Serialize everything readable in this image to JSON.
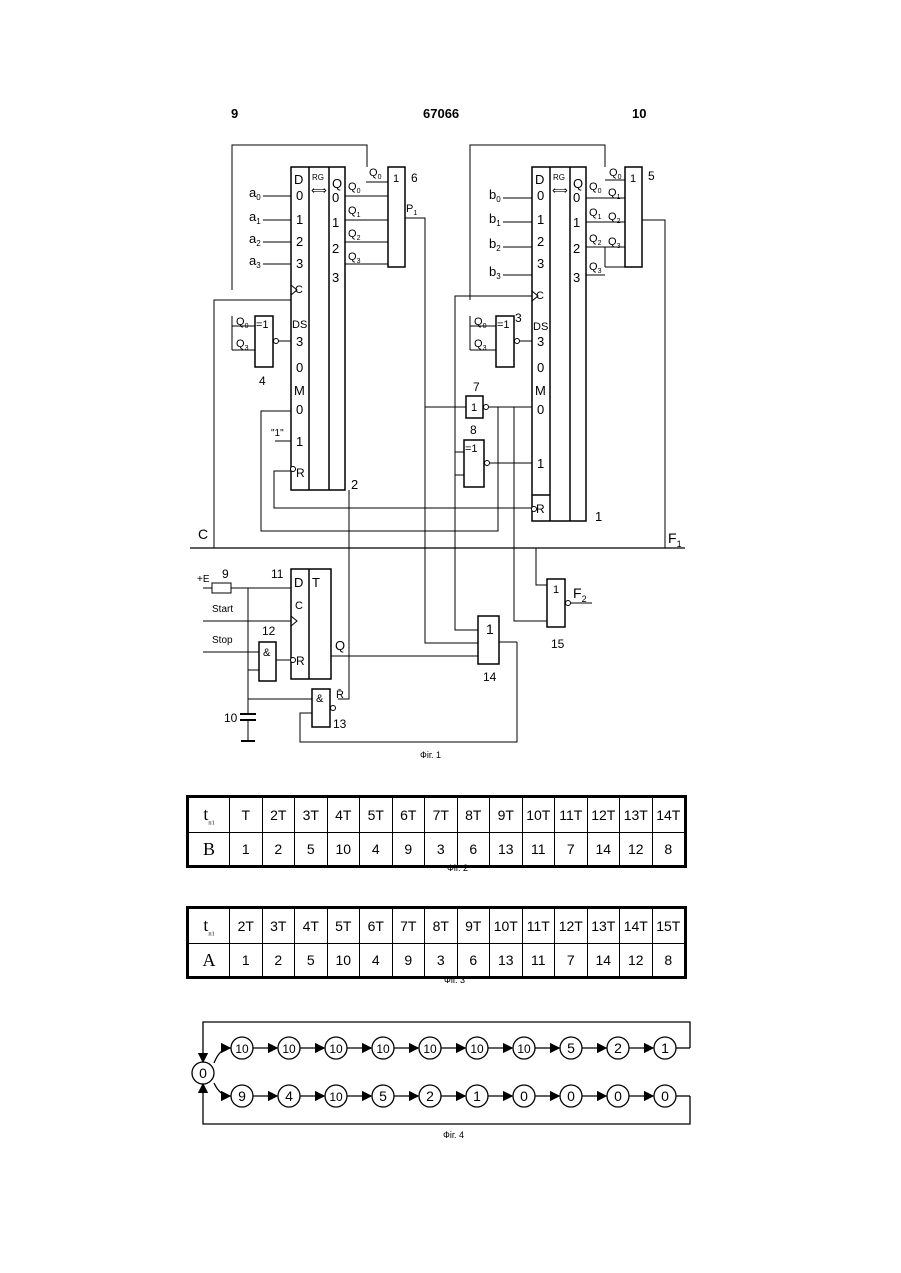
{
  "header": {
    "left": "9",
    "center": "67066",
    "right": "10"
  },
  "fig1": {
    "caption": "Фіг. 1",
    "reg2": {
      "d": "D",
      "rg": "RG",
      "arrow": "⟺",
      "q": "Q",
      "din": [
        "0",
        "1",
        "2",
        "3"
      ],
      "qout": [
        "0",
        "1",
        "2",
        "3"
      ],
      "c": "C",
      "ds": "DS",
      "ds_vals": [
        "3",
        "0"
      ],
      "m": "M",
      "m_vals": [
        "0",
        "1"
      ],
      "r": "R",
      "num": "2"
    },
    "reg1": {
      "num": "1",
      "num3": "3"
    },
    "inputs_a": [
      "a",
      "a",
      "a",
      "a"
    ],
    "inputs_a_sub": [
      "0",
      "1",
      "2",
      "3"
    ],
    "inputs_b": [
      "b",
      "b",
      "b",
      "b"
    ],
    "inputs_b_sub": [
      "0",
      "1",
      "2",
      "3"
    ],
    "qlabels": [
      "Q",
      "Q",
      "Q",
      "Q"
    ],
    "qsubs": [
      "0",
      "1",
      "2",
      "3"
    ],
    "xor_label": "=1",
    "or_label": "1",
    "and_label": "&",
    "num4": "4",
    "num5": "5",
    "num6": "6",
    "num7": "7",
    "num8": "8",
    "num9": "9",
    "num10": "10",
    "num11": "11",
    "num12": "12",
    "num13": "13",
    "num14": "14",
    "num15": "15",
    "p1": "P",
    "p1_sub": "1",
    "const1": "\"1\"",
    "c_bus": "C",
    "f1": "F",
    "f1_sub": "1",
    "f2": "F",
    "f2_sub": "2",
    "plus_e": "+E",
    "start": "Start",
    "stop": "Stop",
    "t_label": "T",
    "q_label": "Q",
    "rbar_label": "R̄"
  },
  "fig2": {
    "caption": "Фіг. 2",
    "row_head_top": "t",
    "row_head_top_sub": "п1",
    "row_head_bottom": "B",
    "times": [
      "T",
      "2T",
      "3T",
      "4T",
      "5T",
      "6T",
      "7T",
      "8T",
      "9T",
      "10T",
      "11T",
      "12T",
      "13T",
      "14T"
    ],
    "values": [
      "1",
      "2",
      "5",
      "10",
      "4",
      "9",
      "3",
      "6",
      "13",
      "11",
      "7",
      "14",
      "12",
      "8"
    ]
  },
  "fig3": {
    "caption": "Фіг. 3",
    "row_head_top": "t",
    "row_head_top_sub": "п1",
    "row_head_bottom": "A",
    "times": [
      "2T",
      "3T",
      "4T",
      "5T",
      "6T",
      "7T",
      "8T",
      "9T",
      "10T",
      "11T",
      "12T",
      "13T",
      "14T",
      "15T"
    ],
    "values": [
      "1",
      "2",
      "5",
      "10",
      "4",
      "9",
      "3",
      "6",
      "13",
      "11",
      "7",
      "14",
      "12",
      "8"
    ]
  },
  "fig4": {
    "caption": "Фіг. 4",
    "start": "0",
    "top_row": [
      "10",
      "10",
      "10",
      "10",
      "10",
      "10",
      "10",
      "5",
      "2",
      "1"
    ],
    "bottom_row": [
      "9",
      "4",
      "10",
      "5",
      "2",
      "1",
      "0",
      "0",
      "0",
      "0"
    ]
  }
}
